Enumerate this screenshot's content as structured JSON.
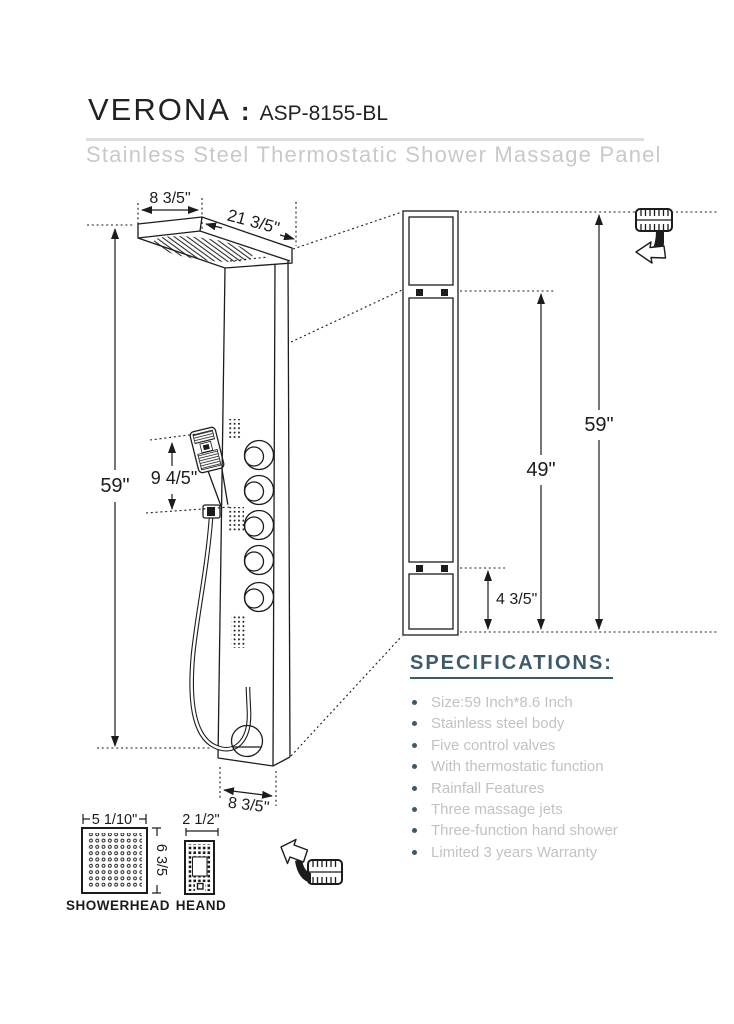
{
  "header": {
    "brand": "VERONA",
    "separator": ":",
    "model": "ASP-8155-BL",
    "subtitle": "Stainless Steel Thermostatic Shower Massage Panel"
  },
  "diagram": {
    "dims": {
      "slab_depth": "8 3/5\"",
      "slab_width": "21 3/5\"",
      "panel_height": "59\"",
      "hand_shower_height": "9 4/5\"",
      "panel_width_bottom": "8 3/5\"",
      "side_total_height": "59\"",
      "side_bracket_height": "49\"",
      "side_lower_bracket": "4 3/5\""
    },
    "showerhead_detail": {
      "width": "5 1/10\"",
      "height": "6 3/5",
      "label": "SHOWERHEAD"
    },
    "hand_shower_detail": {
      "width": "2 1/2\"",
      "label": "HEAND"
    },
    "icons": {
      "top_right": "tape-measure-curved-arrow-left",
      "bottom_middle": "tape-measure-curved-arrow-up-left"
    }
  },
  "specs": {
    "heading": "SPECIFICATIONS:",
    "items": [
      "Size:59 Inch*8.6 Inch",
      "Stainless steel body",
      "Five control valves",
      "With thermostatic function",
      "Rainfall Features",
      "Three massage jets",
      "Three-function hand shower",
      "Limited 3 years Warranty"
    ]
  },
  "colors": {
    "line": "#1c1c1c",
    "accent": "#3d5a6b",
    "muted_text": "#c2c2c2",
    "subtitle": "#c9c9c9"
  }
}
